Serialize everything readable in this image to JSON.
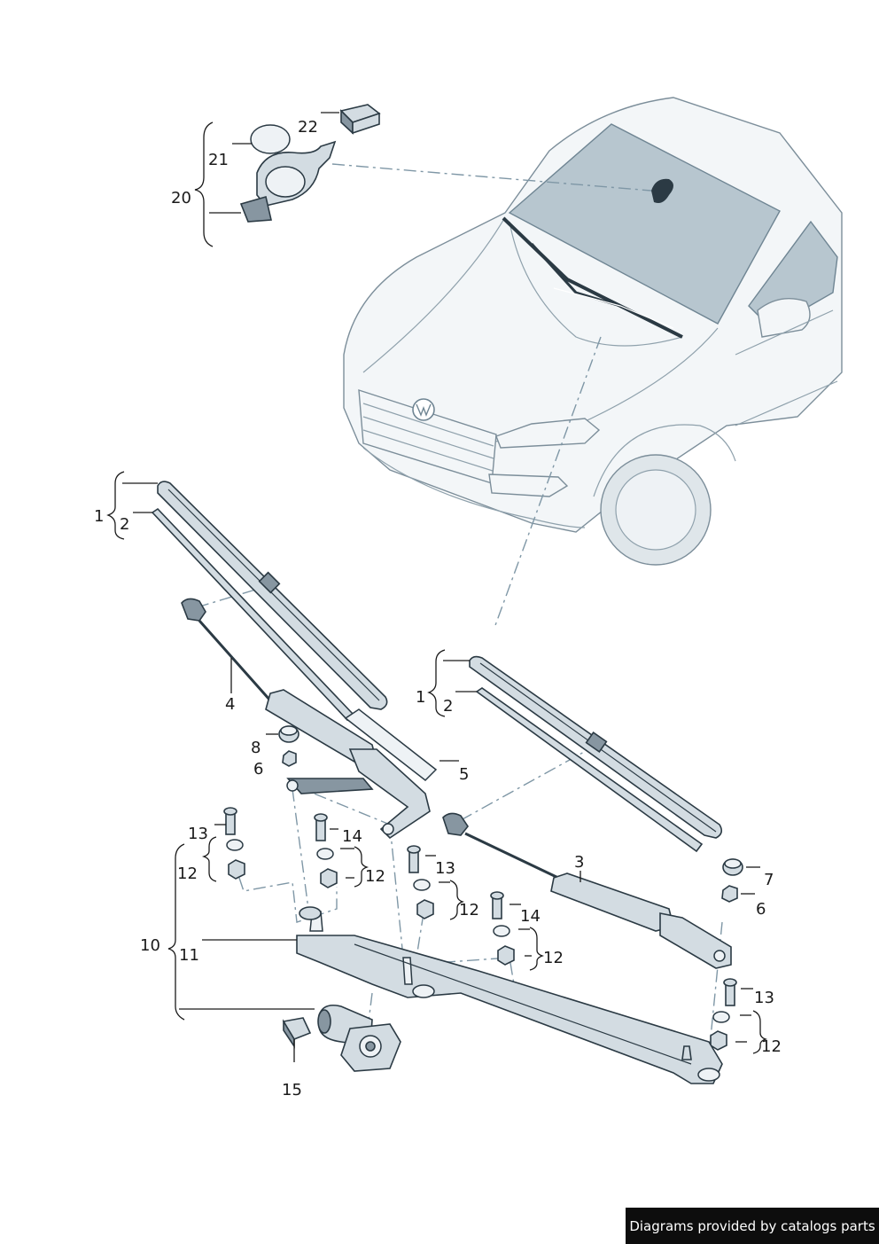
{
  "diagram": {
    "callouts": [
      {
        "id": "c22",
        "label": "22"
      },
      {
        "id": "c21",
        "label": "21"
      },
      {
        "id": "c20",
        "label": "20"
      },
      {
        "id": "c1a",
        "label": "1"
      },
      {
        "id": "c2a",
        "label": "2"
      },
      {
        "id": "c4",
        "label": "4"
      },
      {
        "id": "c8",
        "label": "8"
      },
      {
        "id": "c6a",
        "label": "6"
      },
      {
        "id": "c5",
        "label": "5"
      },
      {
        "id": "c1b",
        "label": "1"
      },
      {
        "id": "c2b",
        "label": "2"
      },
      {
        "id": "c3",
        "label": "3"
      },
      {
        "id": "c7",
        "label": "7"
      },
      {
        "id": "c6b",
        "label": "6"
      },
      {
        "id": "c13a",
        "label": "13"
      },
      {
        "id": "c12a",
        "label": "12"
      },
      {
        "id": "c14a",
        "label": "14"
      },
      {
        "id": "c12b",
        "label": "12"
      },
      {
        "id": "c13b",
        "label": "13"
      },
      {
        "id": "c12c",
        "label": "12"
      },
      {
        "id": "c14b",
        "label": "14"
      },
      {
        "id": "c12d",
        "label": "12"
      },
      {
        "id": "c10",
        "label": "10"
      },
      {
        "id": "c11",
        "label": "11"
      },
      {
        "id": "c13c",
        "label": "13"
      },
      {
        "id": "c12e",
        "label": "12"
      },
      {
        "id": "c15",
        "label": "15"
      }
    ]
  },
  "footer": {
    "credit": "Diagrams provided by catalogs parts"
  }
}
